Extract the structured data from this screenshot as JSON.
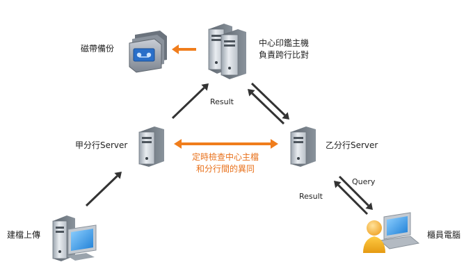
{
  "nodes": {
    "tape_backup": {
      "label": "磁帶備份",
      "icon": "tape-library-icon"
    },
    "central_seal": {
      "label_line1": "中心印鑑主機",
      "label_line2": "負責跨行比對",
      "icon": "server-pair-icon"
    },
    "branch_a": {
      "label": "甲分行Server",
      "icon": "server-tower-icon"
    },
    "branch_b": {
      "label": "乙分行Server",
      "icon": "server-tower-icon"
    },
    "create_upload": {
      "label": "建檔上傳",
      "icon": "workstation-icon"
    },
    "counter_pc": {
      "label": "櫃員電腦",
      "icon": "user-laptop-icon"
    }
  },
  "edges": {
    "result_top": "Result",
    "result_bottom": "Result",
    "query": "Query",
    "sync_line1": "定時檢查中心主檔",
    "sync_line2": "和分行間的異同"
  },
  "colors": {
    "accent": "#f07d1c",
    "arrow_dark": "#333333",
    "text": "#222222"
  }
}
